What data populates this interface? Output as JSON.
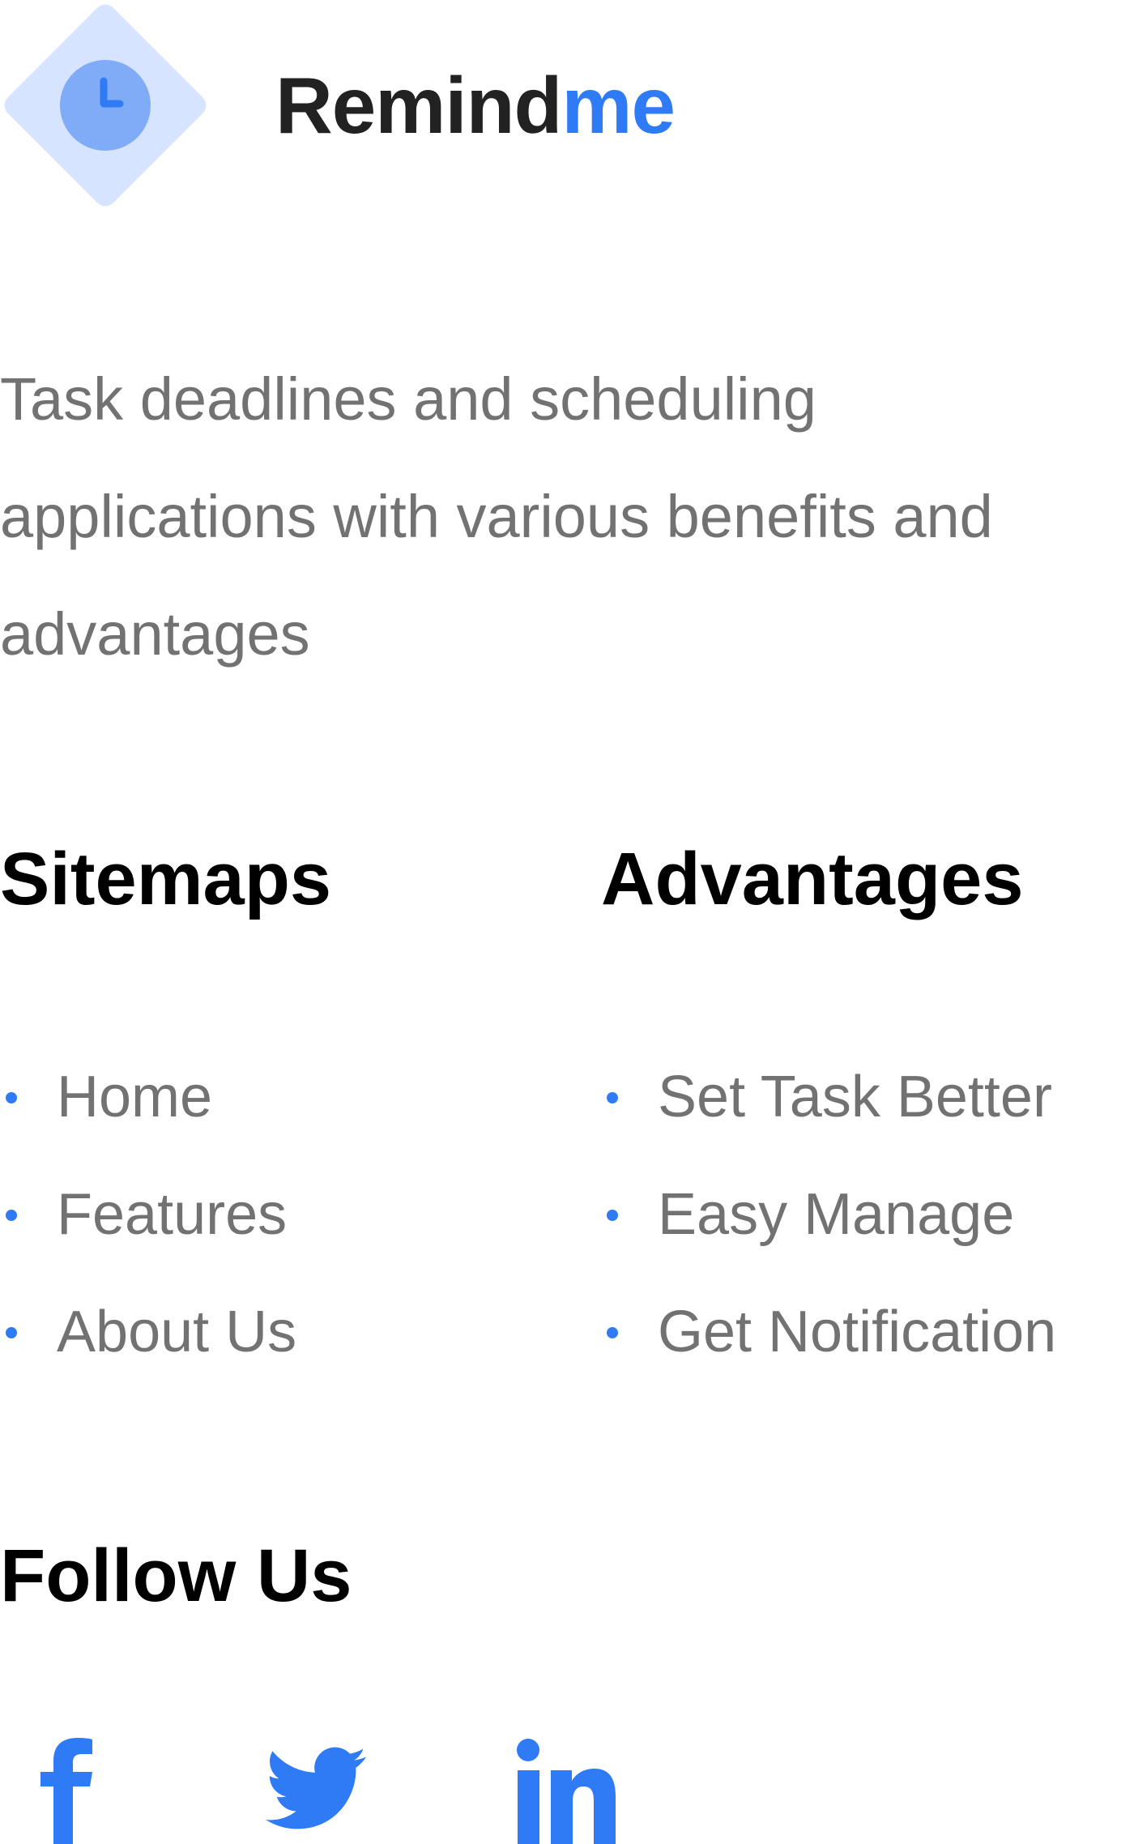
{
  "brand": {
    "name_primary": "Remind",
    "name_accent": "me"
  },
  "tagline": "Task deadlines and scheduling applications with various benefits and advantages",
  "sitemaps": {
    "title": "Sitemaps",
    "items": [
      "Home",
      "Features",
      "About Us"
    ]
  },
  "advantages": {
    "title": "Advantages",
    "items": [
      "Set Task Better",
      "Easy Manage",
      "Get Notification"
    ]
  },
  "follow": {
    "title": "Follow Us",
    "icons": [
      "facebook-icon",
      "twitter-icon",
      "linkedin-icon"
    ]
  },
  "colors": {
    "accent": "#2f7bf5",
    "logo_tile": "#d6e4ff",
    "logo_circle": "#7fabf7",
    "body_text": "#727272",
    "heading": "#000000"
  }
}
